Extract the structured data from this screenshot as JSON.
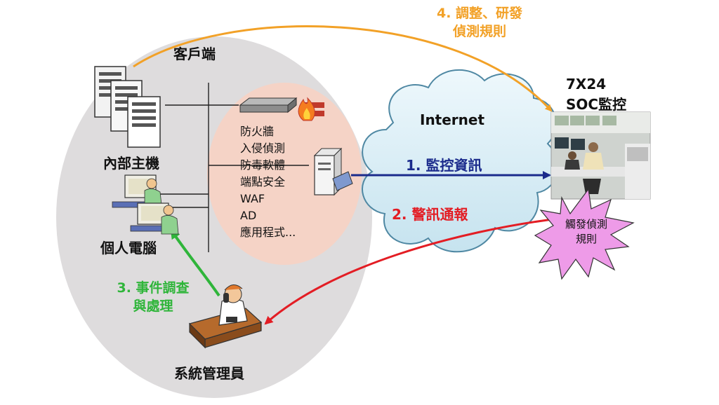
{
  "colors": {
    "ellipse_fill": "#dedcdd",
    "inner_zone_fill": "#f5d3c6",
    "cloud_fill": "#d6ecf4",
    "cloud_stroke": "#4f88a3",
    "orange": "#f2a127",
    "blue": "#1b2b8c",
    "red": "#e31d24",
    "green": "#2fb53a",
    "starburst_fill": "#ee9be8"
  },
  "labels": {
    "client_side": "客戶端",
    "internal_host": "內部主機",
    "personal_pc": "個人電腦",
    "sys_admin": "系統管理員",
    "internet": "Internet",
    "soc_line1": "7X24",
    "soc_line2": "SOC監控",
    "step1": "1. 監控資訊",
    "step2": "2. 警訊通報",
    "step3_line1": "3. 事件調查",
    "step3_line2": "與處理",
    "step4_line1": "4. 調整、研發",
    "step4_line2": "偵測規則",
    "trigger_line1": "觸發偵測",
    "trigger_line2": "規則"
  },
  "security_items": [
    "防火牆",
    "入侵偵測",
    "防毒軟體",
    "端點安全",
    "WAF",
    "AD",
    "應用程式..."
  ],
  "icons": {
    "servers": "server-rack-icon",
    "pcs": "workstation-user-icon",
    "firewall": "firewall-appliance-icon",
    "flame": "flame-icon",
    "collector": "log-collector-icon",
    "admin": "admin-phone-icon",
    "soc_photo": "soc-room-photo"
  }
}
